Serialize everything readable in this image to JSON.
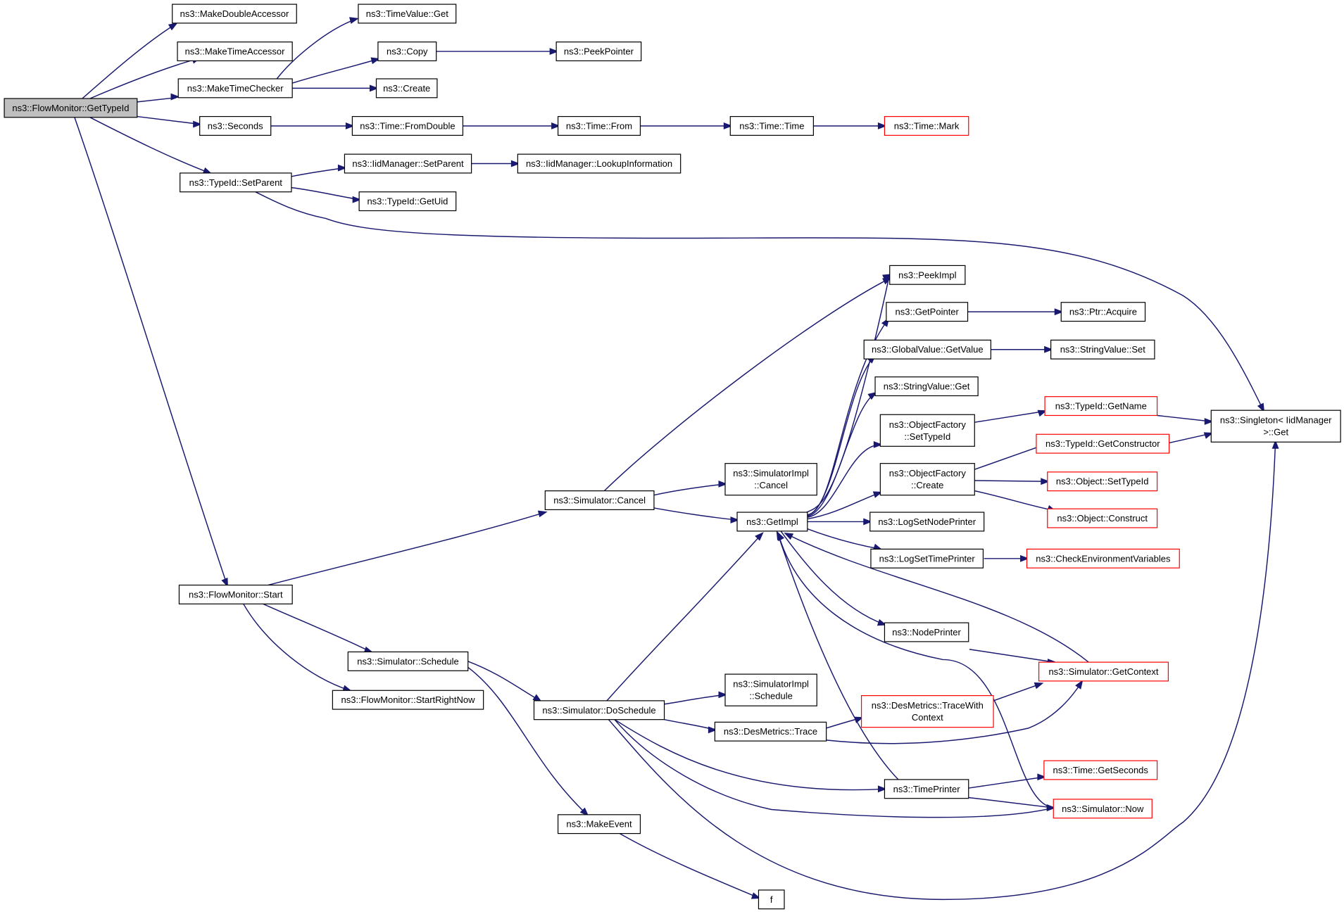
{
  "diagram": {
    "title": "",
    "edge_color": "#191970",
    "node_border_color": "#000000",
    "highlight_border_color": "#ff0000",
    "root_fill_color": "#bfbfbf",
    "nodes": [
      {
        "id": "getTypeId",
        "lines": [
          "ns3::FlowMonitor::GetTypeId"
        ],
        "style": "root"
      },
      {
        "id": "makeDoubleAccessor",
        "lines": [
          "ns3::MakeDoubleAccessor"
        ]
      },
      {
        "id": "makeTimeAccessor",
        "lines": [
          "ns3::MakeTimeAccessor"
        ]
      },
      {
        "id": "makeTimeChecker",
        "lines": [
          "ns3::MakeTimeChecker"
        ]
      },
      {
        "id": "timeValueGet",
        "lines": [
          "ns3::TimeValue::Get"
        ]
      },
      {
        "id": "copy",
        "lines": [
          "ns3::Copy"
        ]
      },
      {
        "id": "peekPointer",
        "lines": [
          "ns3::PeekPointer"
        ]
      },
      {
        "id": "create",
        "lines": [
          "ns3::Create"
        ]
      },
      {
        "id": "seconds",
        "lines": [
          "ns3::Seconds"
        ]
      },
      {
        "id": "fromDouble",
        "lines": [
          "ns3::Time::FromDouble"
        ]
      },
      {
        "id": "timeFrom",
        "lines": [
          "ns3::Time::From"
        ]
      },
      {
        "id": "timeTime",
        "lines": [
          "ns3::Time::Time"
        ]
      },
      {
        "id": "timeMark",
        "lines": [
          "ns3::Time::Mark"
        ],
        "style": "red"
      },
      {
        "id": "typeIdSetParent",
        "lines": [
          "ns3::TypeId::SetParent"
        ]
      },
      {
        "id": "iidSetParent",
        "lines": [
          "ns3::IidManager::SetParent"
        ]
      },
      {
        "id": "lookupInfo",
        "lines": [
          "ns3::IidManager::LookupInformation"
        ]
      },
      {
        "id": "getUid",
        "lines": [
          "ns3::TypeId::GetUid"
        ]
      },
      {
        "id": "singletonGet",
        "lines": [
          "ns3::Singleton< IidManager",
          ">::Get"
        ]
      },
      {
        "id": "peekImpl",
        "lines": [
          "ns3::PeekImpl"
        ]
      },
      {
        "id": "getPointer",
        "lines": [
          "ns3::GetPointer"
        ]
      },
      {
        "id": "ptrAcquire",
        "lines": [
          "ns3::Ptr::Acquire"
        ]
      },
      {
        "id": "gvGetValue",
        "lines": [
          "ns3::GlobalValue::GetValue"
        ]
      },
      {
        "id": "svSet",
        "lines": [
          "ns3::StringValue::Set"
        ]
      },
      {
        "id": "svGet",
        "lines": [
          "ns3::StringValue::Get"
        ]
      },
      {
        "id": "ofSetTypeId",
        "lines": [
          "ns3::ObjectFactory",
          "::SetTypeId"
        ]
      },
      {
        "id": "typeIdGetName",
        "lines": [
          "ns3::TypeId::GetName"
        ],
        "style": "red"
      },
      {
        "id": "typeIdGetCtor",
        "lines": [
          "ns3::TypeId::GetConstructor"
        ],
        "style": "red"
      },
      {
        "id": "ofCreate",
        "lines": [
          "ns3::ObjectFactory",
          "::Create"
        ]
      },
      {
        "id": "objSetTypeId",
        "lines": [
          "ns3::Object::SetTypeId"
        ],
        "style": "red"
      },
      {
        "id": "objConstruct",
        "lines": [
          "ns3::Object::Construct"
        ],
        "style": "red"
      },
      {
        "id": "simImplCancel",
        "lines": [
          "ns3::SimulatorImpl",
          "::Cancel"
        ]
      },
      {
        "id": "simCancel",
        "lines": [
          "ns3::Simulator::Cancel"
        ]
      },
      {
        "id": "getImpl",
        "lines": [
          "ns3::GetImpl"
        ]
      },
      {
        "id": "logSetNodePrinter",
        "lines": [
          "ns3::LogSetNodePrinter"
        ]
      },
      {
        "id": "logSetTimePrinter",
        "lines": [
          "ns3::LogSetTimePrinter"
        ]
      },
      {
        "id": "checkEnv",
        "lines": [
          "ns3::CheckEnvironmentVariables"
        ],
        "style": "red"
      },
      {
        "id": "fmStart",
        "lines": [
          "ns3::FlowMonitor::Start"
        ]
      },
      {
        "id": "nodePrinter",
        "lines": [
          "ns3::NodePrinter"
        ]
      },
      {
        "id": "simGetContext",
        "lines": [
          "ns3::Simulator::GetContext"
        ],
        "style": "red"
      },
      {
        "id": "simSchedule",
        "lines": [
          "ns3::Simulator::Schedule"
        ]
      },
      {
        "id": "fmStartRightNow",
        "lines": [
          "ns3::FlowMonitor::StartRightNow"
        ]
      },
      {
        "id": "simImplSchedule",
        "lines": [
          "ns3::SimulatorImpl",
          "::Schedule"
        ]
      },
      {
        "id": "simDoSchedule",
        "lines": [
          "ns3::Simulator::DoSchedule"
        ]
      },
      {
        "id": "traceWithContext",
        "lines": [
          "ns3::DesMetrics::TraceWith",
          "Context"
        ],
        "style": "red"
      },
      {
        "id": "desTrace",
        "lines": [
          "ns3::DesMetrics::Trace"
        ]
      },
      {
        "id": "timeGetSeconds",
        "lines": [
          "ns3::Time::GetSeconds"
        ],
        "style": "red"
      },
      {
        "id": "timePrinter",
        "lines": [
          "ns3::TimePrinter"
        ]
      },
      {
        "id": "simNow",
        "lines": [
          "ns3::Simulator::Now"
        ],
        "style": "red"
      },
      {
        "id": "makeEvent",
        "lines": [
          "ns3::MakeEvent"
        ]
      },
      {
        "id": "f",
        "lines": [
          "f"
        ]
      }
    ]
  }
}
